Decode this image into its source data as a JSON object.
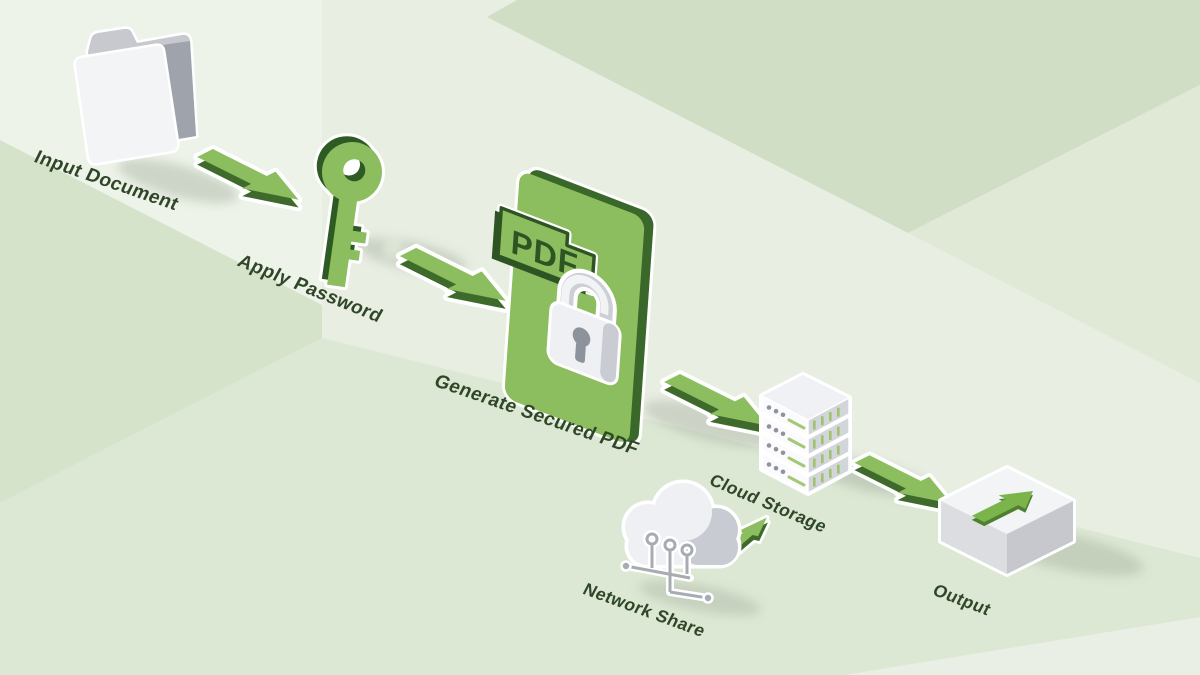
{
  "diagram": {
    "type": "isometric-process-flow",
    "pdf_badge": "PDF",
    "steps": [
      {
        "id": "input-document",
        "label": "Input Document",
        "icon": "folder-icon"
      },
      {
        "id": "apply-password",
        "label": "Apply Password",
        "icon": "key-icon"
      },
      {
        "id": "generate-secured-pdf",
        "label": "Generate Secured PDF",
        "icon": "pdf-lock-document-icon"
      },
      {
        "id": "cloud-storage",
        "label": "Cloud Storage",
        "icon": "server-stack-icon"
      },
      {
        "id": "network-share",
        "label": "Network Share",
        "icon": "cloud-network-icon"
      },
      {
        "id": "output",
        "label": "Output",
        "icon": "output-box-icon"
      }
    ],
    "connections": [
      {
        "from": "input-document",
        "to": "apply-password"
      },
      {
        "from": "apply-password",
        "to": "generate-secured-pdf"
      },
      {
        "from": "generate-secured-pdf",
        "to": "cloud-storage"
      },
      {
        "from": "network-share",
        "to": "cloud-storage"
      },
      {
        "from": "cloud-storage",
        "to": "output"
      }
    ],
    "colors": {
      "accent_green": "#8cbd5f",
      "accent_green_dark": "#3e6b2b",
      "label_text": "#2f4728",
      "object_white": "#f2f3f5",
      "object_gray": "#c7cad0",
      "background_tints": [
        "#eef3e9",
        "#d6e3cb",
        "#cfdec5",
        "#e8eee2",
        "#dde8d4",
        "#dfe9d6",
        "#e9efe4"
      ]
    }
  }
}
